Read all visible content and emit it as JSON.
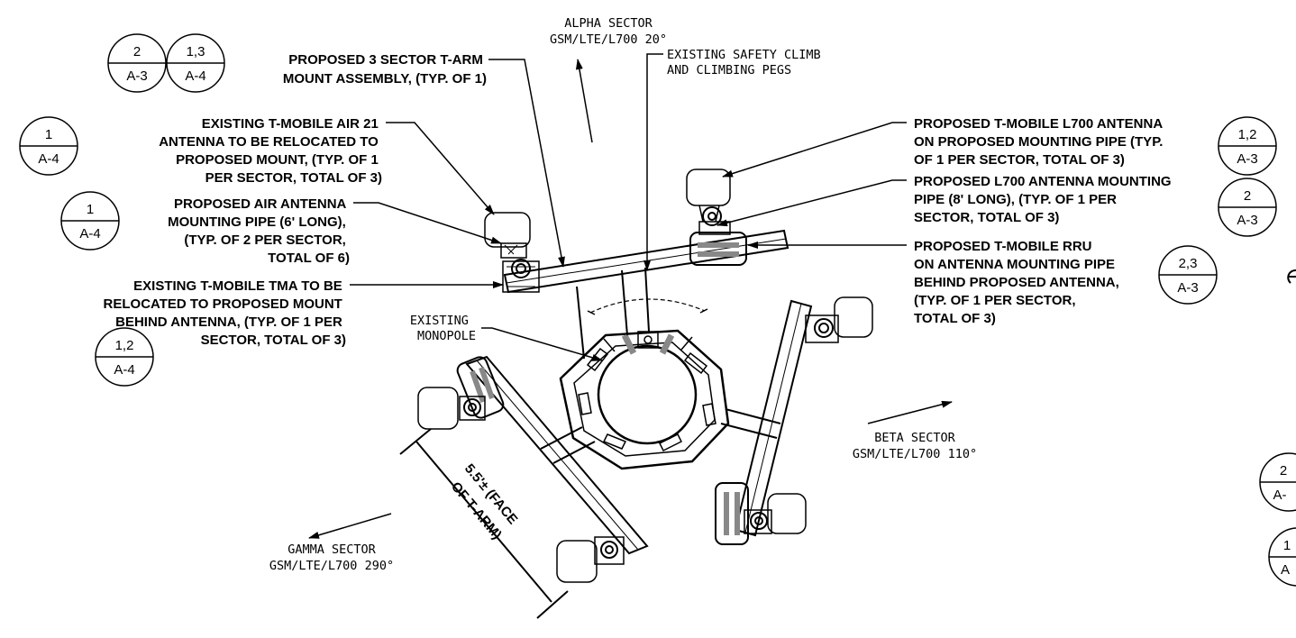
{
  "sectors": {
    "alpha": {
      "name": "ALPHA SECTOR",
      "detail": "GSM/LTE/L700 20°"
    },
    "beta": {
      "name": "BETA SECTOR",
      "detail": "GSM/LTE/L700 110°"
    },
    "gamma": {
      "name": "GAMMA SECTOR",
      "detail": "GSM/LTE/L700 290°"
    }
  },
  "callouts": {
    "t_arm": [
      "PROPOSED 3 SECTOR T-ARM",
      "MOUNT ASSEMBLY, (TYP. OF 1)"
    ],
    "air21": [
      "EXISTING T-MOBILE AIR 21",
      "ANTENNA TO BE RELOCATED TO",
      "PROPOSED MOUNT, (TYP. OF 1",
      "PER SECTOR, TOTAL OF 3)"
    ],
    "air_pipe": [
      "PROPOSED AIR ANTENNA",
      "MOUNTING PIPE (6' LONG),",
      "(TYP. OF 2 PER SECTOR,",
      "TOTAL OF 6)"
    ],
    "tma": [
      "EXISTING T-MOBILE TMA TO BE",
      "RELOCATED TO PROPOSED MOUNT",
      "BEHIND ANTENNA, (TYP. OF 1 PER",
      "SECTOR, TOTAL OF 3)"
    ],
    "safety_climb": [
      "EXISTING SAFETY CLIMB",
      "AND CLIMBING PEGS"
    ],
    "monopole": [
      "EXISTING",
      "MONOPOLE"
    ],
    "l700_antenna": [
      "PROPOSED T-MOBILE L700 ANTENNA",
      "ON PROPOSED MOUNTING PIPE (TYP.",
      "OF 1 PER SECTOR, TOTAL OF 3)"
    ],
    "l700_pipe": [
      "PROPOSED L700 ANTENNA MOUNTING",
      "PIPE (8' LONG), (TYP. OF 1 PER",
      "SECTOR, TOTAL OF 3)"
    ],
    "rru": [
      "PROPOSED T-MOBILE RRU",
      "ON ANTENNA MOUNTING PIPE",
      "BEHIND PROPOSED ANTENNA,",
      "(TYP. OF 1 PER SECTOR,",
      "TOTAL OF 3)"
    ]
  },
  "dimension": {
    "line1": "5.5'± (FACE",
    "line2": "OF T-ARM)"
  },
  "bubbles": {
    "b1": {
      "num": "2",
      "sheet": "A-3"
    },
    "b2": {
      "num": "1,3",
      "sheet": "A-4"
    },
    "b3": {
      "num": "1",
      "sheet": "A-4"
    },
    "b4": {
      "num": "1",
      "sheet": "A-4"
    },
    "b5": {
      "num": "1,2",
      "sheet": "A-4"
    },
    "b6": {
      "num": "1,2",
      "sheet": "A-3"
    },
    "b7": {
      "num": "2",
      "sheet": "A-3"
    },
    "b8": {
      "num": "2,3",
      "sheet": "A-3"
    },
    "b9": {
      "num": "2",
      "sheet": "A-"
    },
    "b10": {
      "num": "1",
      "sheet": "A"
    }
  }
}
